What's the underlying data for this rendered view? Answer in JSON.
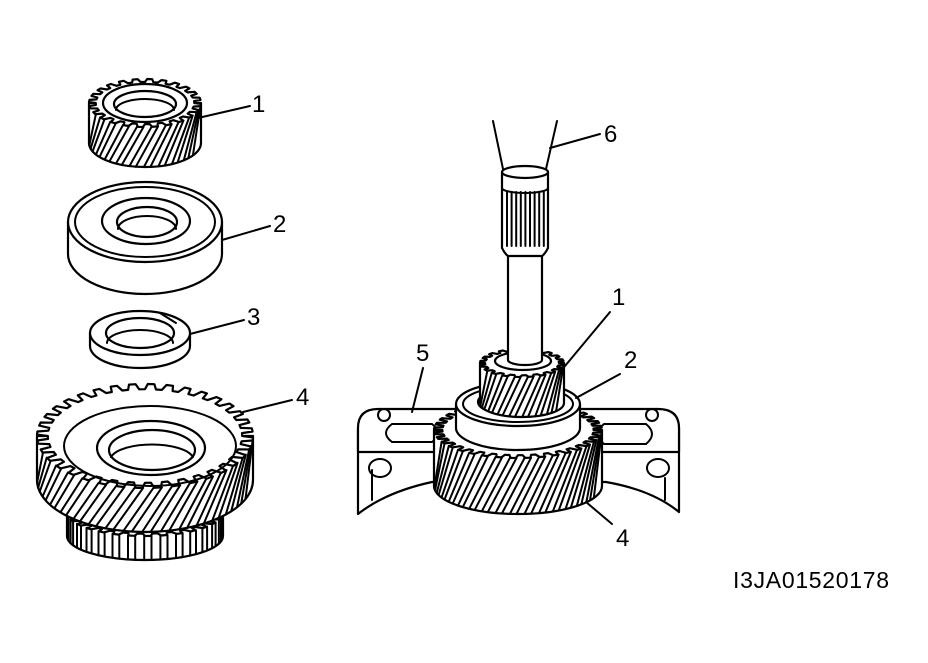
{
  "callouts": {
    "left": {
      "gear_small": "1",
      "bearing": "2",
      "ring": "3",
      "gear_large": "4"
    },
    "right": {
      "tool": "6",
      "gear_small": "1",
      "bearing": "2",
      "stand": "5",
      "gear_large": "4"
    }
  },
  "figure_id": "I3JA01520178"
}
